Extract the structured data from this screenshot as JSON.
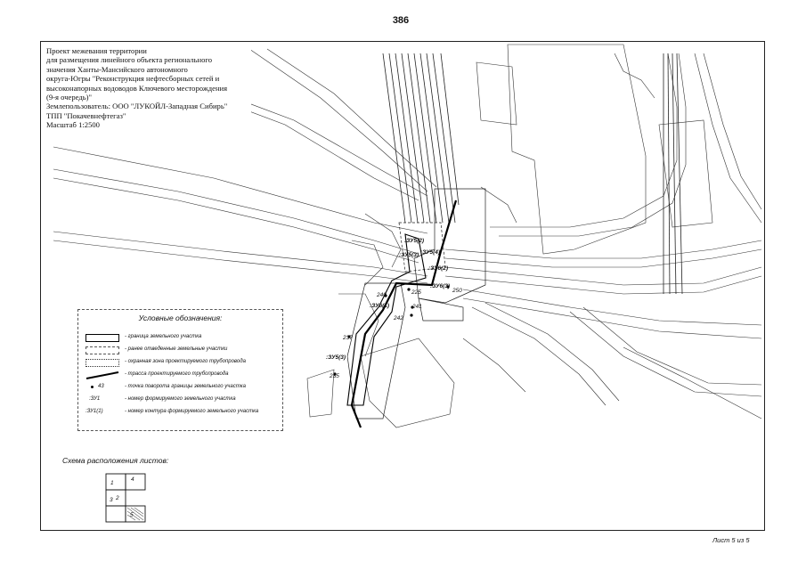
{
  "page_number": "386",
  "title_lines": [
    "Проект межевания территории",
    "для размещения линейного объекта регионального",
    "значения Ханты-Мансийского автономного",
    "округа-Югры \"Реконструкция нефтесборных сетей и",
    "высоконапорных водоводов Ключевого месторождения",
    "(9-я очередь)\"",
    "Землепользователь: ООО \"ЛУКОЙЛ-Западная Сибирь\"",
    "ТПП \"Покачевнефтегаз\"",
    "Масштаб 1:2500"
  ],
  "legend": {
    "title": "Условные обозначения:",
    "items": [
      {
        "symbol": "parcel-boundary",
        "label": "- граница земельного участка"
      },
      {
        "symbol": "existing-parcels",
        "label": "- ранее отведенные земельные участки"
      },
      {
        "symbol": "protection-zone",
        "label": "- охранная зона проектируемого трубопровода"
      },
      {
        "symbol": "pipeline-route",
        "label": "- трасса проектируемого трубопровода"
      },
      {
        "symbol": "turning-point",
        "sample": "43",
        "label": "- точка поворота границы земельного участка"
      },
      {
        "symbol": "parcel-number",
        "sample": ":ЗУ1",
        "label": "- номер формируемого земельного участка"
      },
      {
        "symbol": "contour-number",
        "sample": ":ЗУ1(1)",
        "label": "- номер контура формируемого земельного участка"
      }
    ]
  },
  "parcel_labels": [
    ":ЗУ5(2)",
    ":ЗУ5(3)",
    ":ЗУ5(4)",
    ":ЗУ6(2)",
    ":ЗУ6(3)",
    ":ЗУ6(1)",
    ":ЗУ5(3)"
  ],
  "point_labels": [
    "225",
    "250",
    "240",
    "241",
    "242",
    "237",
    "235"
  ],
  "sheet_scheme": {
    "title": "Схема расположения листов:",
    "cells": [
      "1",
      "4",
      "3",
      "2",
      "5"
    ]
  },
  "sheet_label": "Лист 5 из 5",
  "colors": {
    "ink": "#111111",
    "paper": "#ffffff",
    "line": "#333333"
  }
}
